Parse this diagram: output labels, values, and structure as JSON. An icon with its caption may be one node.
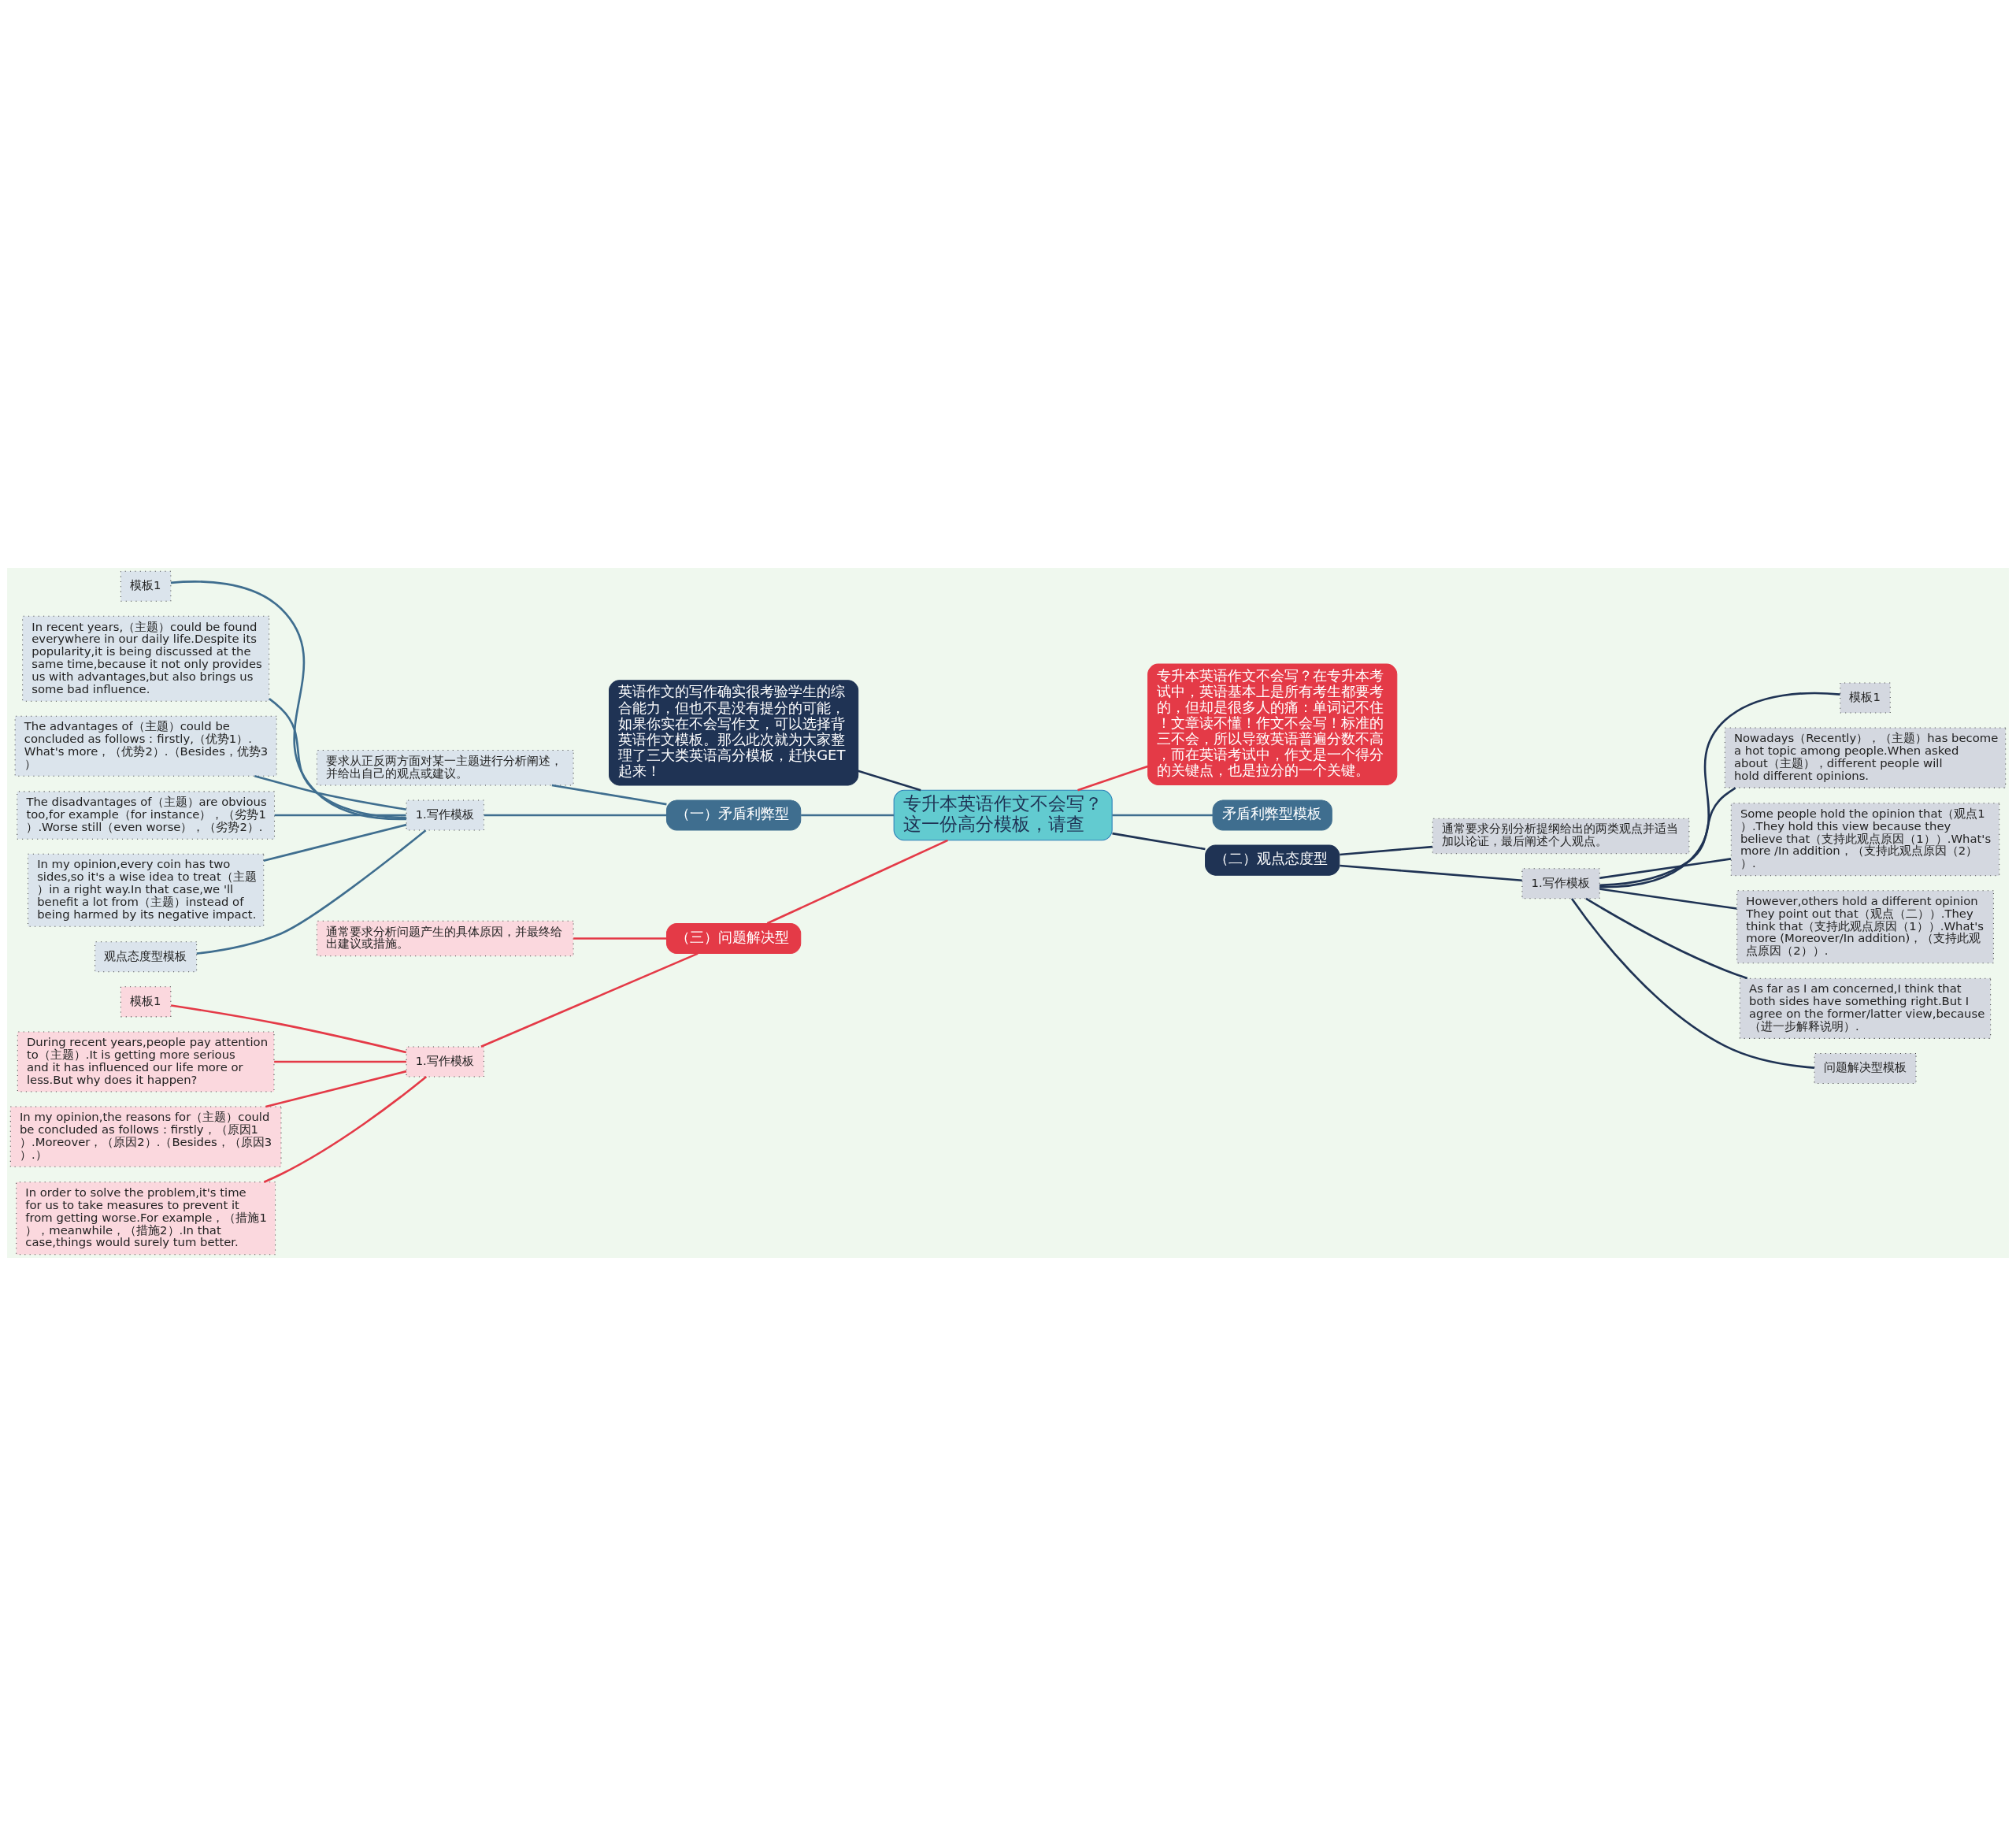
{
  "diagram": {
    "nodes": [
      {
        "text": [
          "专升本英语作文不会写？这一份高分模板，请查"
        ]
      },
      {
        "text": [
          "英语作文的写作确实很考验学生的综合能力，但也不是没有提分的可能，如果你实在不会写作文，可以选择背英语作文模板。那么此次就为大家整理了三大类英语高分模板，赶快GET起来！"
        ]
      },
      {
        "text": [
          "（一）矛盾利弊型"
        ]
      },
      {
        "text": [
          "要求从正反两方面对某一主题进行分析阐述，并给出自己的观点或建议。"
        ]
      },
      {
        "text": [
          "1.写作模板"
        ]
      },
      {
        "text": [
          "模板1"
        ]
      },
      {
        "text": [
          "In recent years,（主题）could be found everywhere in our daily life.Despite its popularity,it is being discussed at the same time,because it not only provides us with advantages,but also brings us some bad influence."
        ]
      },
      {
        "text": [
          "The advantages of（主题）could be concluded as follows：firstly,（优势1）. What's more，（优势2）.（Besides，优势3）"
        ]
      },
      {
        "text": [
          "The disadvantages of（主题）are obvious too,for example（for instance），（劣势1）.Worse still（even worse），（劣势2）."
        ]
      },
      {
        "text": [
          "In my opinion,every coin has two sides,so it's a wise idea to treat（主题）in a right way.In that case,we 'll benefit a lot from（主题）instead of being harmed by its negative impact."
        ]
      },
      {
        "text": [
          "观点态度型模板"
        ]
      },
      {
        "text": [
          "（三）问题解决型"
        ]
      },
      {
        "text": [
          "通常要求分析问题产生的具体原因，并最终给出建议或措施。"
        ]
      },
      {
        "text": [
          "1.写作模板"
        ]
      },
      {
        "text": [
          "模板1"
        ]
      },
      {
        "text": [
          "During recent years,people pay attention to（主题）.It is getting more serious and it has influenced our life more or less.But why does it happen?"
        ]
      },
      {
        "text": [
          "In my opinion,the reasons for（主题）could be concluded as follows：firstly，（原因1）.Moreover，（原因2）.（Besides，（原因3）.）"
        ]
      },
      {
        "text": [
          "In order to solve the problem,it's time for us to take measures to prevent it from getting worse.For example，（措施1），meanwhile，（措施2）.In that case,things would surely tum better."
        ]
      },
      {
        "text": [
          "专升本英语作文不会写？在专升本考试中，英语基本上是所有考生都要考的，但却是很多人的痛：单词记不住！文章读不懂！作文不会写！标准的三不会，所以导致英语普遍分数不高，而在英语考试中，作文是一个得分的关键点，也是拉分的一个关键。"
        ]
      },
      {
        "text": [
          "矛盾利弊型模板"
        ]
      },
      {
        "text": [
          "（二）观点态度型"
        ]
      },
      {
        "text": [
          "通常要求分别分析提纲给出的两类观点并适当加以论证，最后阐述个人观点。"
        ]
      },
      {
        "text": [
          "1.写作模板"
        ]
      },
      {
        "text": [
          "模板1"
        ]
      },
      {
        "text": [
          "Nowadays（Recently），（主题）has become a hot topic among people.When asked about（主题），different people will hold different opinions."
        ]
      },
      {
        "text": [
          "Some people hold the opinion that（观点1）.They hold this view because they believe that（支持此观点原因（1））.What's more /In addition，（支持此观点原因（2））."
        ]
      },
      {
        "text": [
          "However,others hold a different opinion They point out that（观点（二））.They think that（支持此观点原因（1））.What's more (Moreover/In addition)，（支持此观点原因（2））."
        ]
      },
      {
        "text": [
          "As far as I am concerned,I think that both sides have something right.But I agree on the former/latter view,because（进一步解释说明）."
        ]
      },
      {
        "text": [
          "问题解决型模板"
        ]
      }
    ],
    "edges": [
      {
        "from": 0,
        "to": 1,
        "arrow": "none",
        "color": "#1f3354"
      },
      {
        "from": 0,
        "to": 2,
        "arrow": "none",
        "color": "#3f6e8f"
      },
      {
        "from": 2,
        "to": 3,
        "arrow": "none",
        "color": "#3f6e8f"
      },
      {
        "from": 2,
        "to": 4,
        "arrow": "none",
        "color": "#3f6e8f"
      },
      {
        "from": 4,
        "to": 5,
        "arrow": "none",
        "color": "#3f6e8f"
      },
      {
        "from": 4,
        "to": 6,
        "arrow": "none",
        "color": "#3f6e8f"
      },
      {
        "from": 4,
        "to": 7,
        "arrow": "none",
        "color": "#3f6e8f"
      },
      {
        "from": 4,
        "to": 8,
        "arrow": "none",
        "color": "#3f6e8f"
      },
      {
        "from": 4,
        "to": 9,
        "arrow": "none",
        "color": "#3f6e8f"
      },
      {
        "from": 4,
        "to": 10,
        "arrow": "none",
        "color": "#3f6e8f"
      },
      {
        "from": 0,
        "to": 11,
        "arrow": "none",
        "color": "#e43a47"
      },
      {
        "from": 11,
        "to": 12,
        "arrow": "none",
        "color": "#e43a47"
      },
      {
        "from": 11,
        "to": 13,
        "arrow": "none",
        "color": "#e43a47"
      },
      {
        "from": 13,
        "to": 14,
        "arrow": "none",
        "color": "#e43a47"
      },
      {
        "from": 13,
        "to": 15,
        "arrow": "none",
        "color": "#e43a47"
      },
      {
        "from": 13,
        "to": 16,
        "arrow": "none",
        "color": "#e43a47"
      },
      {
        "from": 13,
        "to": 17,
        "arrow": "none",
        "color": "#e43a47"
      },
      {
        "from": 0,
        "to": 18,
        "arrow": "none",
        "color": "#e43a47"
      },
      {
        "from": 0,
        "to": 19,
        "arrow": "none",
        "color": "#3f6e8f"
      },
      {
        "from": 0,
        "to": 20,
        "arrow": "none",
        "color": "#1f3354"
      },
      {
        "from": 20,
        "to": 21,
        "arrow": "none",
        "color": "#1f3354"
      },
      {
        "from": 20,
        "to": 22,
        "arrow": "none",
        "color": "#1f3354"
      },
      {
        "from": 22,
        "to": 23,
        "arrow": "none",
        "color": "#1f3354"
      },
      {
        "from": 22,
        "to": 24,
        "arrow": "none",
        "color": "#1f3354"
      },
      {
        "from": 22,
        "to": 25,
        "arrow": "none",
        "color": "#1f3354"
      },
      {
        "from": 22,
        "to": 26,
        "arrow": "none",
        "color": "#1f3354"
      },
      {
        "from": 22,
        "to": 27,
        "arrow": "none",
        "color": "#1f3354"
      },
      {
        "from": 22,
        "to": 28,
        "arrow": "none",
        "color": "#1f3354"
      }
    ]
  }
}
